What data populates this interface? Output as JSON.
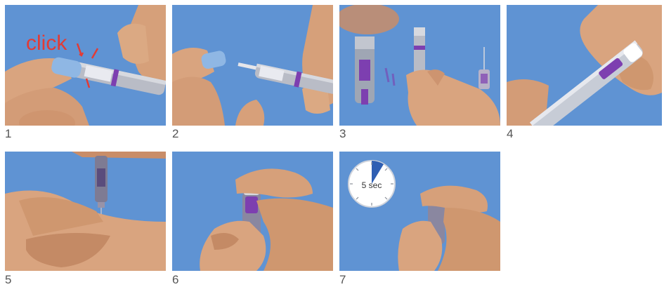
{
  "steps": [
    {
      "number": "1",
      "callout": "click"
    },
    {
      "number": "2"
    },
    {
      "number": "3"
    },
    {
      "number": "4"
    },
    {
      "number": "5"
    },
    {
      "number": "6"
    },
    {
      "number": "7",
      "timer_label": "5 sec"
    }
  ],
  "colors": {
    "panel_background": "#5f93d3",
    "pen_barrel": "#b9bcc6",
    "pen_cap": "#8fb7e4",
    "dose_band": "#7d3fb0",
    "skin": "#d9a47f",
    "click_callout": "#e23b35",
    "step_number": "#555555"
  },
  "icons": {
    "step_7_timer": "stopwatch-icon"
  }
}
